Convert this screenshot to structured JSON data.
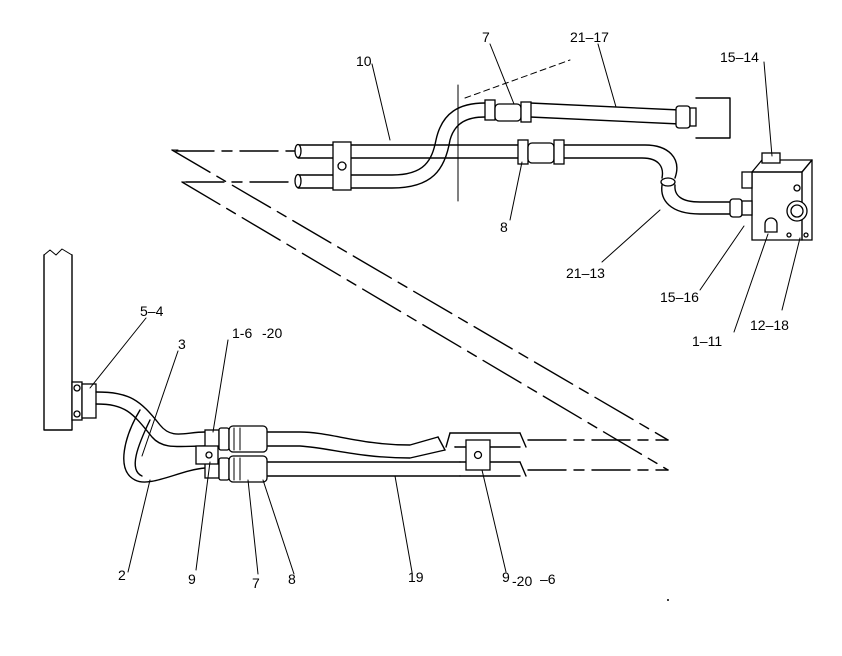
{
  "labels": {
    "l_5_4": "5–4",
    "l_3": "3",
    "l_1_6_20": "1-6",
    "l_1_6_20b": "-20",
    "l_2": "2",
    "l_9a": "9",
    "l_7a": "7",
    "l_8a": "8",
    "l_19": "19",
    "l_9_20_6a": "9",
    "l_9_20_6b": "-20",
    "l_9_20_6c": "–6",
    "l_10": "10",
    "l_7b": "7",
    "l_21_17": "21–17",
    "l_15_14": "15–14",
    "l_8b": "8",
    "l_21_13": "21–13",
    "l_15_16": "15–16",
    "l_1_11": "1–11",
    "l_12_18": "12–18"
  }
}
